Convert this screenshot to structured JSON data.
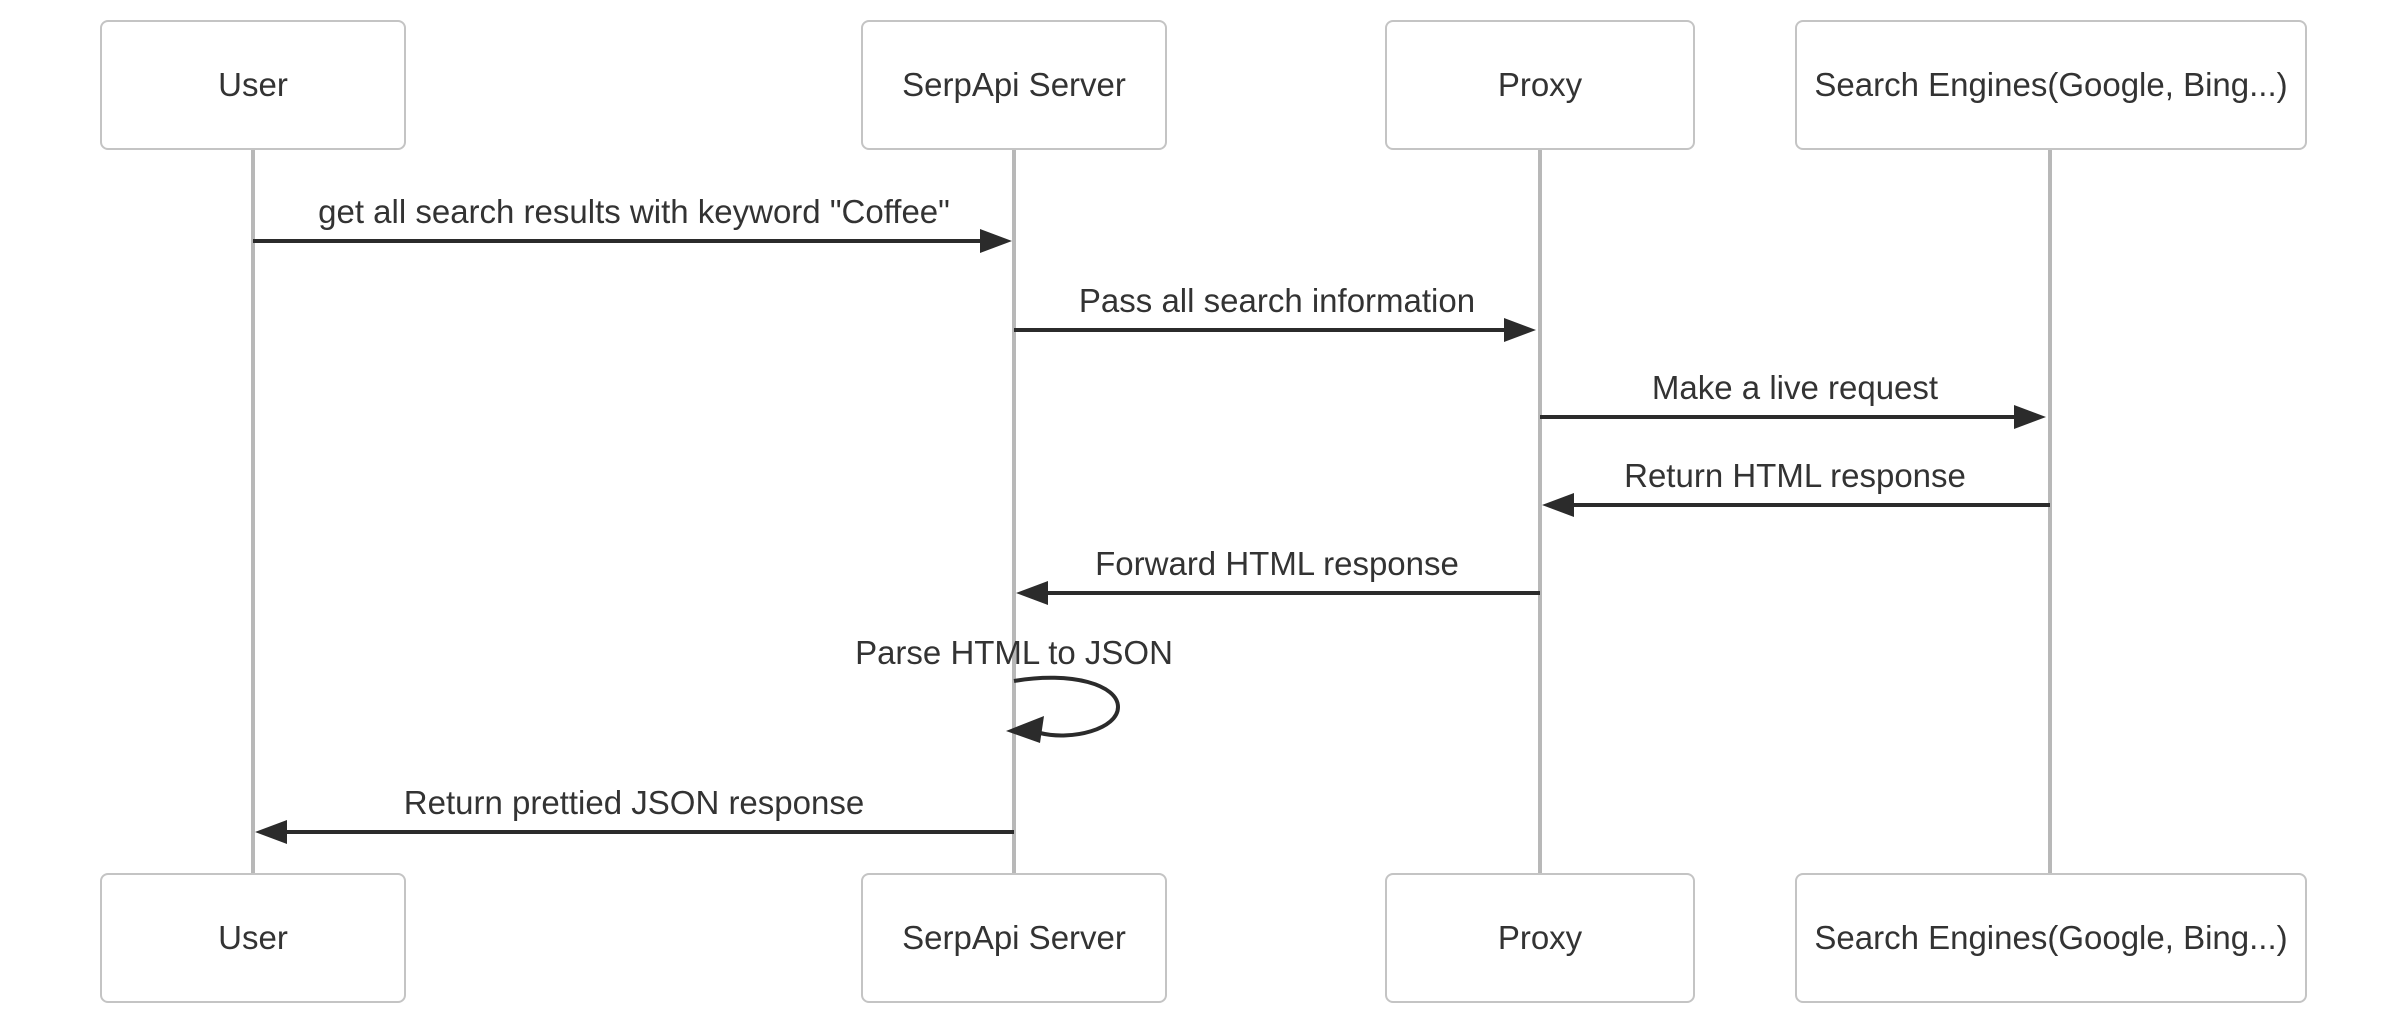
{
  "diagram": {
    "type": "sequence-diagram",
    "actors": [
      {
        "name": "User"
      },
      {
        "name": "SerpApi Server"
      },
      {
        "name": "Proxy"
      },
      {
        "name": "Search Engines(Google, Bing...)"
      }
    ],
    "messages": [
      {
        "from": "User",
        "to": "SerpApi Server",
        "direction": "right",
        "label": "get all search results with keyword \"Coffee\""
      },
      {
        "from": "SerpApi Server",
        "to": "Proxy",
        "direction": "right",
        "label": "Pass all search information"
      },
      {
        "from": "Proxy",
        "to": "Search Engines(Google, Bing...)",
        "direction": "right",
        "label": "Make a live request"
      },
      {
        "from": "Search Engines(Google, Bing...)",
        "to": "Proxy",
        "direction": "left",
        "label": "Return HTML response"
      },
      {
        "from": "Proxy",
        "to": "SerpApi Server",
        "direction": "left",
        "label": "Forward HTML response"
      },
      {
        "from": "SerpApi Server",
        "to": "SerpApi Server",
        "direction": "self",
        "label": "Parse HTML to JSON"
      },
      {
        "from": "SerpApi Server",
        "to": "User",
        "direction": "left",
        "label": "Return prettied JSON response"
      }
    ],
    "colors": {
      "background": "#ffffff",
      "actor_fill": "#ffffff",
      "actor_border": "#c4c4c4",
      "lifeline": "#b8b8b8",
      "arrow": "#2b2b2b",
      "text": "#333333"
    }
  }
}
